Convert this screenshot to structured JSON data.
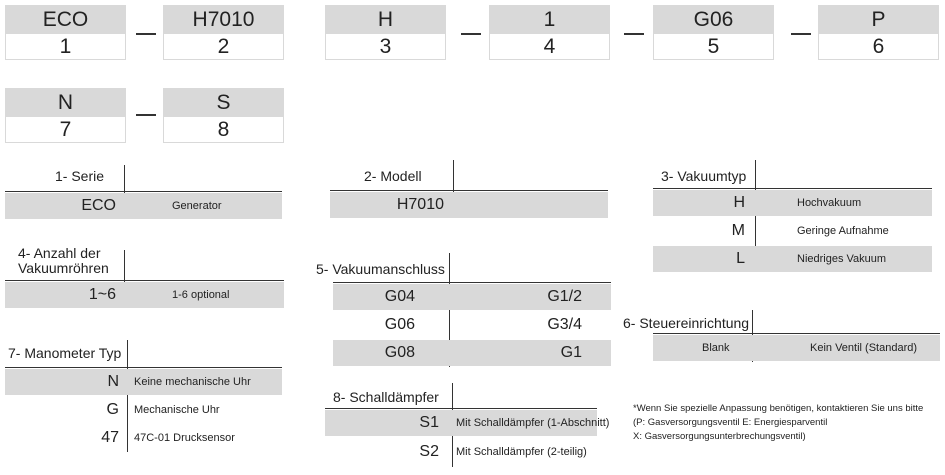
{
  "codes": [
    {
      "top": "ECO",
      "num": "1"
    },
    {
      "top": "H7010",
      "num": "2"
    },
    {
      "top": "H",
      "num": "3"
    },
    {
      "top": "1",
      "num": "4"
    },
    {
      "top": "G06",
      "num": "5"
    },
    {
      "top": "P",
      "num": "6"
    },
    {
      "top": "N",
      "num": "7"
    },
    {
      "top": "S",
      "num": "8"
    }
  ],
  "serie": {
    "title": "1- Serie",
    "rows": [
      {
        "value": "ECO",
        "desc": "Generator"
      }
    ]
  },
  "modell": {
    "title": "2- Modell",
    "rows": [
      {
        "value": "H7010",
        "desc": ""
      }
    ]
  },
  "vakuumtyp": {
    "title": "3- Vakuumtyp",
    "rows": [
      {
        "value": "H",
        "desc": "Hochvakuum"
      },
      {
        "value": "M",
        "desc": "Geringe Aufnahme"
      },
      {
        "value": "L",
        "desc": "Niedriges Vakuum"
      }
    ]
  },
  "anzahl": {
    "title_line1": "4- Anzahl der",
    "title_line2": "Vakuumröhren",
    "rows": [
      {
        "value": "1~6",
        "desc": "1-6 optional"
      }
    ]
  },
  "anschluss": {
    "title": "5- Vakuumanschluss",
    "rows": [
      {
        "value": "G04",
        "desc": "G1/2"
      },
      {
        "value": "G06",
        "desc": "G3/4"
      },
      {
        "value": "G08",
        "desc": "G1"
      }
    ]
  },
  "steuer": {
    "title": "6- Steuereinrichtung",
    "rows": [
      {
        "value": "Blank",
        "desc": "Kein Ventil (Standard)"
      }
    ]
  },
  "manometer": {
    "title": "7- Manometer Typ",
    "rows": [
      {
        "value": "N",
        "desc": "Keine mechanische Uhr"
      },
      {
        "value": "G",
        "desc": "Mechanische Uhr"
      },
      {
        "value": "47",
        "desc": "47C-01 Drucksensor"
      }
    ]
  },
  "schall": {
    "title": "8- Schalldämpfer",
    "rows": [
      {
        "value": "S1",
        "desc": "Mit Schalldämpfer (1-Abschnitt)"
      },
      {
        "value": "S2",
        "desc": "Mit Schalldämpfer (2-teilig)"
      }
    ]
  },
  "notes": [
    "*Wenn Sie spezielle Anpassung benötigen, kontaktieren Sie uns bitte",
    "(P: Gasversorgungsventil E: Energiesparventil",
    "X: Gasversorgungsunterbrechungsventil)"
  ]
}
